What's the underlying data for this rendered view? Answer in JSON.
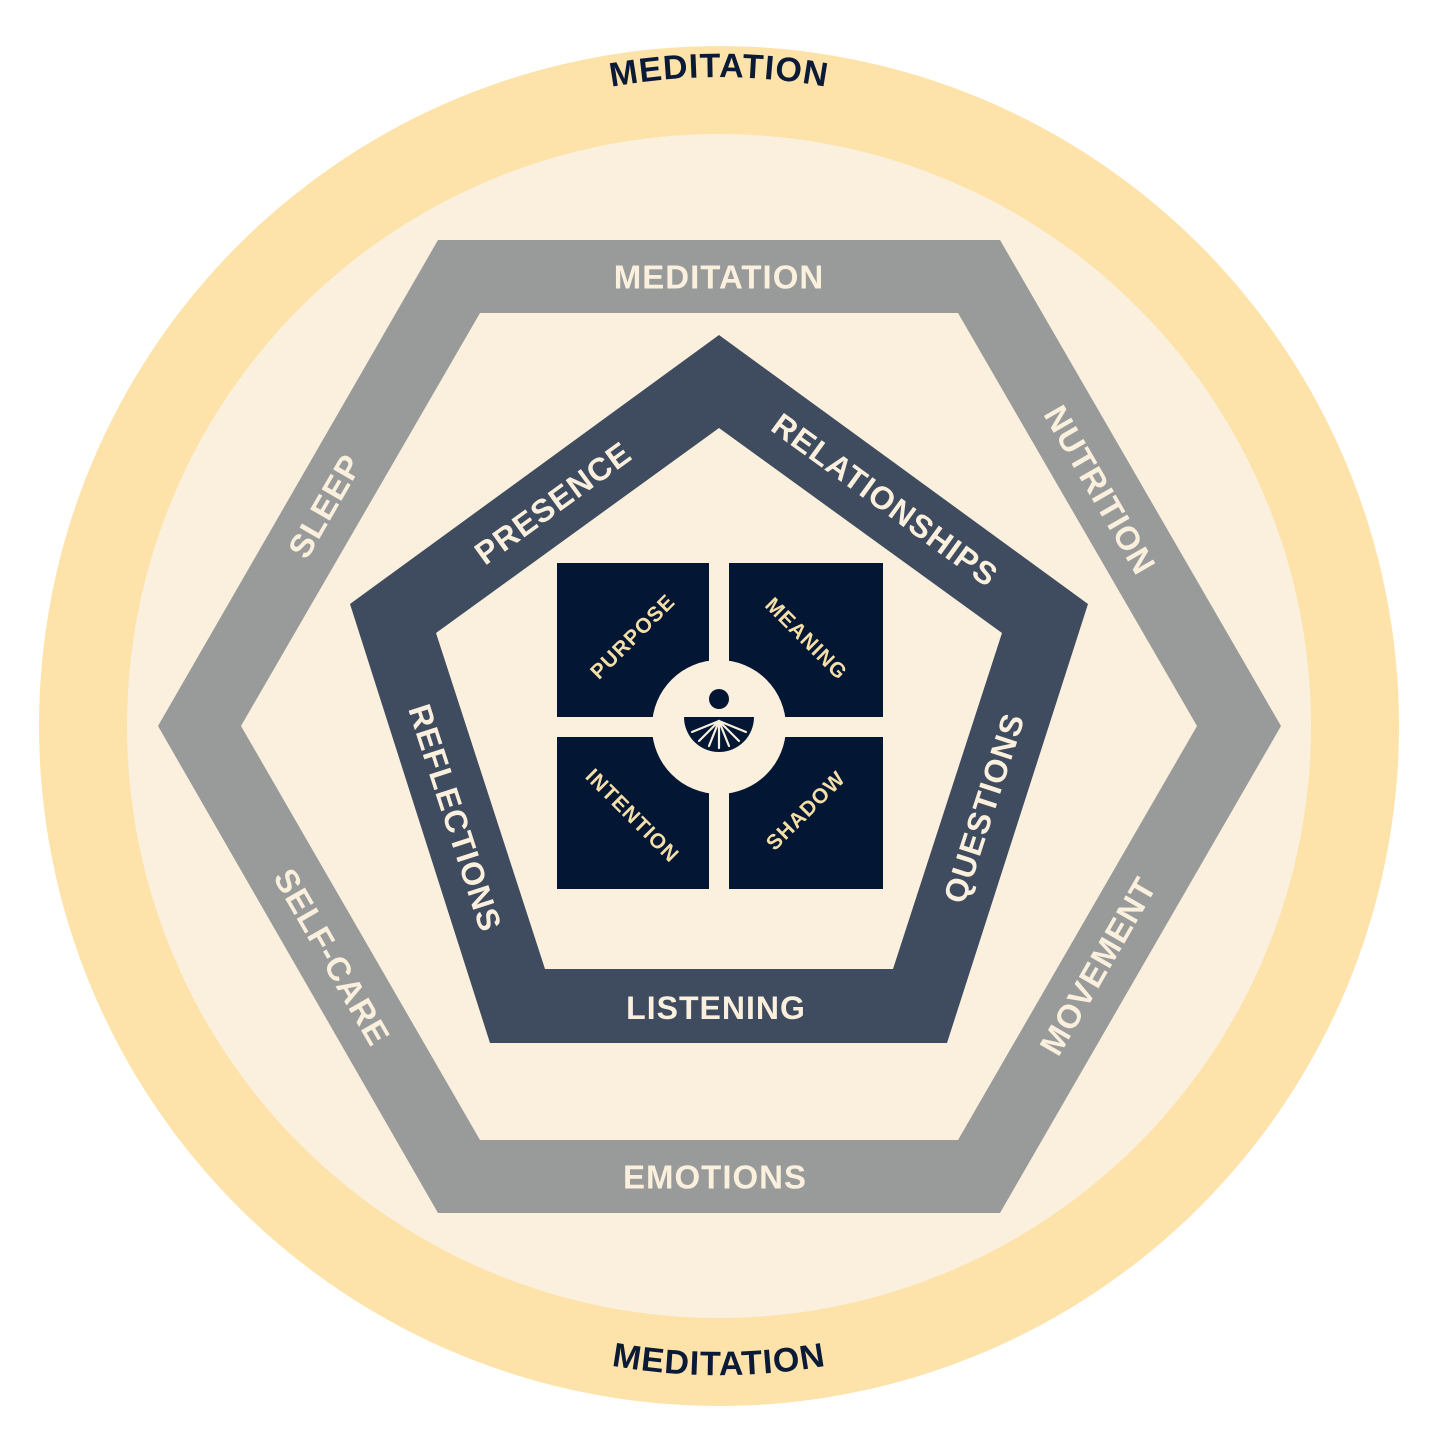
{
  "colors": {
    "outer_ring": "#fde3aa",
    "cream": "#faf0dd",
    "hexagon_band": "#999b9a",
    "pentagon_band": "#3f4b5e",
    "core_navy": "#031633",
    "label_light": "#faf0dd",
    "label_dark": "#0b1a36",
    "quadrant_label": "#f5dfa8"
  },
  "outer_ring": {
    "top_label": "MEDITATION",
    "bottom_label": "MEDITATION"
  },
  "hexagon": {
    "top": "MEDITATION",
    "upper_right": "NUTRITION",
    "lower_right": "MOVEMENT",
    "bottom": "EMOTIONS",
    "lower_left": "SELF-CARE",
    "upper_left": "SLEEP"
  },
  "pentagon": {
    "upper_left": "PRESENCE",
    "upper_right": "RELATIONSHIPS",
    "right": "QUESTIONS",
    "bottom": "LISTENING",
    "left": "REFLECTIONS"
  },
  "core": {
    "top_left": "PURPOSE",
    "top_right": "MEANING",
    "bottom_left": "INTENTION",
    "bottom_right": "SHADOW",
    "center_icon": "sunrise-logo-icon"
  }
}
